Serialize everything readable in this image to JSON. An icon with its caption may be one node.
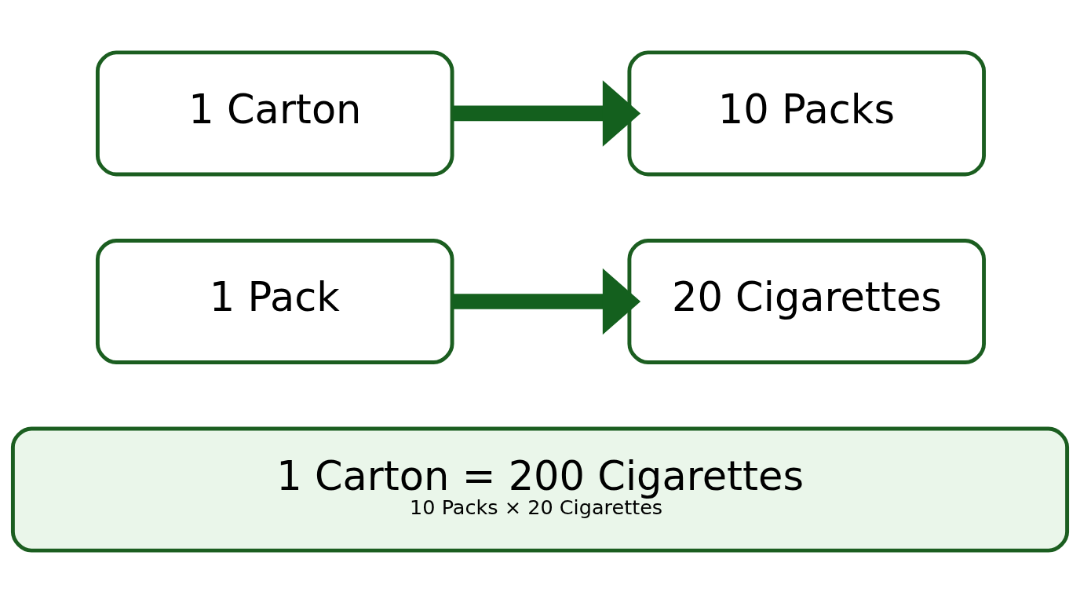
{
  "diagram": {
    "nodes": [
      {
        "text": [
          "1 Carton"
        ]
      },
      {
        "text": [
          "10 Packs"
        ]
      },
      {
        "text": [
          "1 Pack"
        ]
      },
      {
        "text": [
          "20 Cigarettes"
        ]
      },
      {
        "text": [
          "1 Carton = 200 Cigarettes",
          "10 Packs × 20 Cigarettes"
        ]
      }
    ],
    "edges": [
      {
        "from": 0,
        "to": 1,
        "arrow": "to"
      },
      {
        "from": 2,
        "to": 3,
        "arrow": "to"
      }
    ]
  }
}
